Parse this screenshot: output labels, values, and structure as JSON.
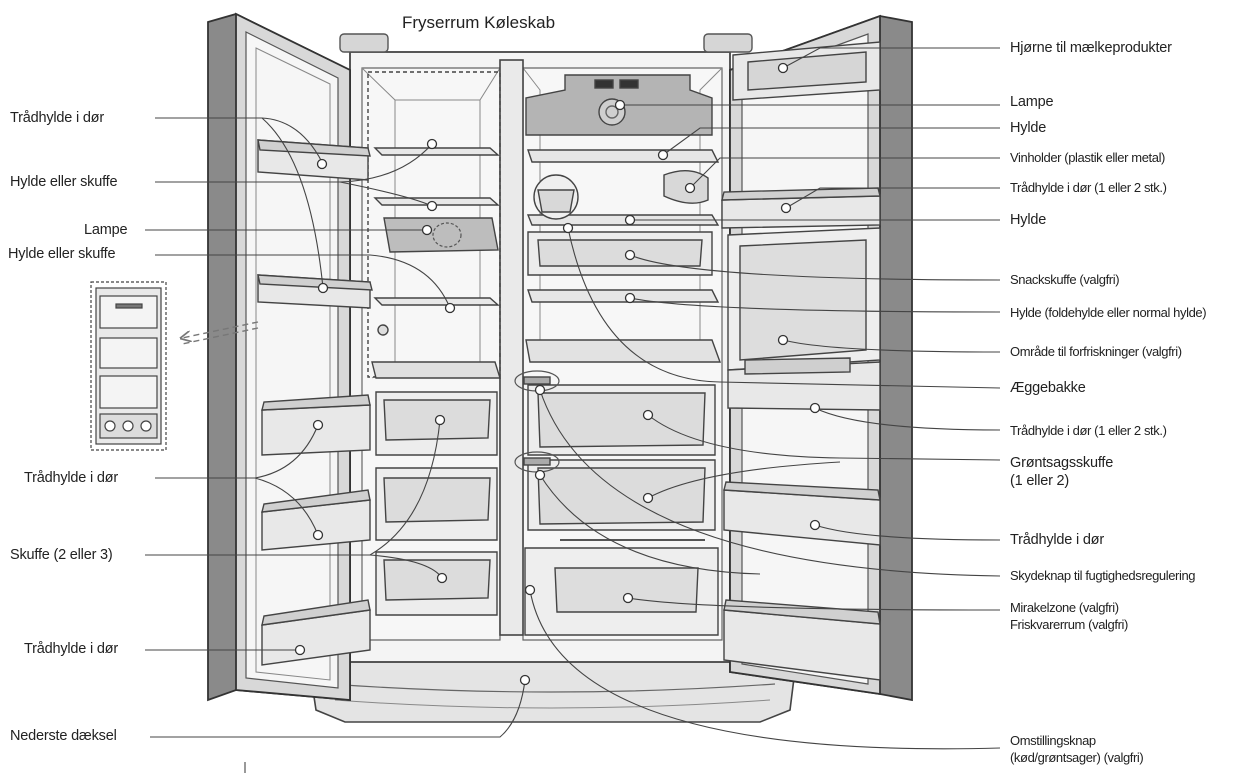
{
  "header": {
    "compartments": "Fryserrum Køleskab"
  },
  "labels_left": {
    "l1": "Trådhylde i dør",
    "l2": "Hylde eller skuffe",
    "l3": "Lampe",
    "l4": "Hylde eller skuffe",
    "l5": "Trådhylde i dør",
    "l6": "Skuffe (2 eller 3)",
    "l7": "Trådhylde i dør",
    "l8": "Nederste dæksel"
  },
  "labels_right": {
    "r1": "Hjørne til mælkeprodukter",
    "r2": "Lampe",
    "r3": "Hylde",
    "r4": "Vinholder (plastik eller metal)",
    "r5": "Trådhylde i dør (1 eller 2 stk.)",
    "r6": "Hylde",
    "r7": "Snackskuffe (valgfri)",
    "r8": "Hylde (foldehylde eller normal hylde)",
    "r9": "Område til forfriskninger (valgfri)",
    "r10": "Æggebakke",
    "r11": "Trådhylde i dør (1 eller 2 stk.)",
    "r12a": "Grøntsagsskuffe",
    "r12b": "(1 eller 2)",
    "r13": "Trådhylde i dør",
    "r14": "Skydeknap til fugtighedsregulering",
    "r15a": "Mirakelzone (valgfri)",
    "r15b": "Friskvarerrum (valgfri)",
    "r16a": "Omstillingsknap",
    "r16b": "(kød/grøntsager) (valgfri)"
  }
}
